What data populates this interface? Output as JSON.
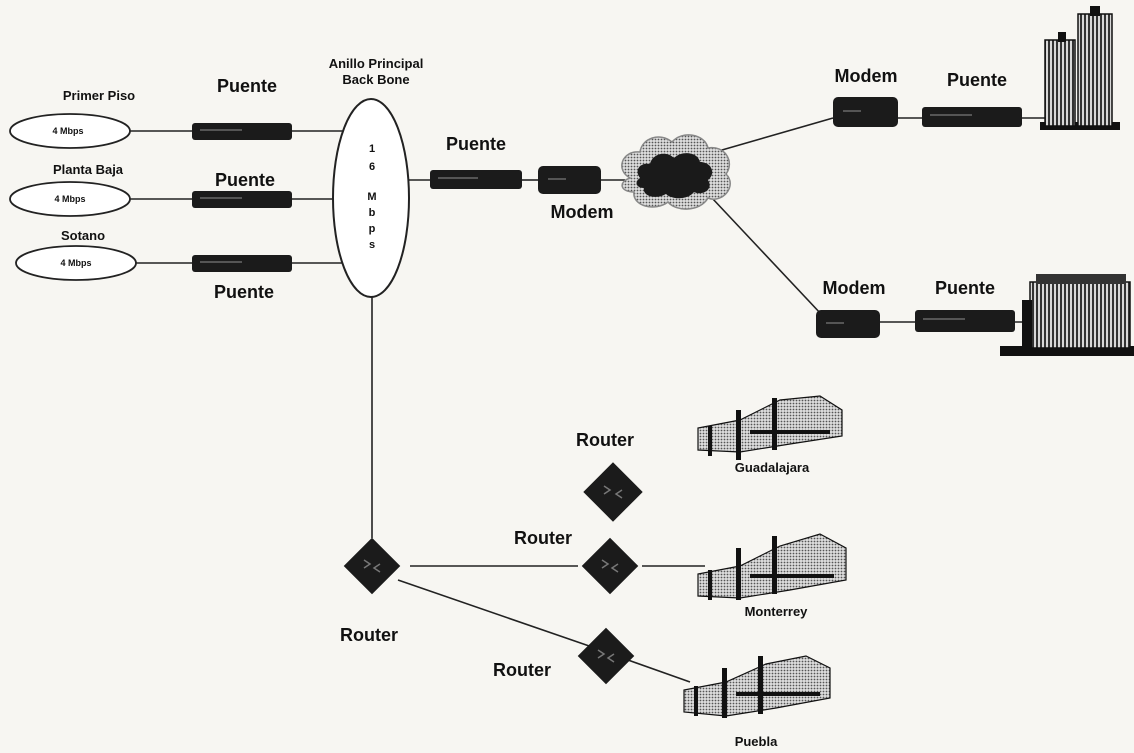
{
  "backbone": {
    "title_line1": "Anillo Principal",
    "title_line2": "Back Bone",
    "speed_chars": [
      "1",
      "6",
      "M",
      "b",
      "p",
      "s"
    ]
  },
  "floors": [
    {
      "name": "Primer Piso",
      "speed": "4 Mbps",
      "bridge_label": "Puente"
    },
    {
      "name": "Planta  Baja",
      "speed": "4 Mbps",
      "bridge_label": "Puente"
    },
    {
      "name": "Sotano",
      "speed": "4 Mbps",
      "bridge_label": "Puente"
    }
  ],
  "wan_link": {
    "bridge_label": "Puente",
    "modem_label": "Modem"
  },
  "remote_sites": [
    {
      "modem_label": "Modem",
      "bridge_label": "Puente"
    },
    {
      "modem_label": "Modem",
      "bridge_label": "Puente"
    }
  ],
  "routers": {
    "main": "Router",
    "standalone": "Router",
    "monterrey": "Router",
    "puebla": "Router"
  },
  "cities": {
    "guadalajara": "Guadalajara",
    "monterrey": "Monterrey",
    "puebla": "Puebla"
  }
}
